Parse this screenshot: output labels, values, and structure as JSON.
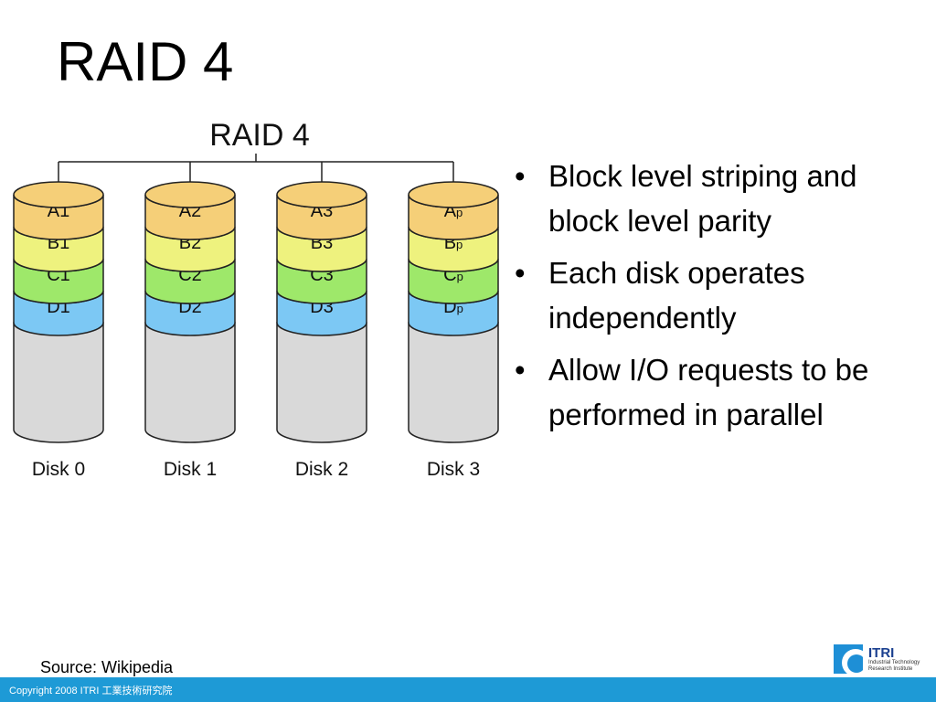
{
  "slide": {
    "title": "RAID 4",
    "source": "Source: Wikipedia",
    "copyright": "Copyright 2008 ITRI 工業技術研究院"
  },
  "diagram": {
    "title": "RAID 4",
    "disks": [
      {
        "label": "Disk 0",
        "blocks": [
          {
            "main": "A1",
            "sub": ""
          },
          {
            "main": "B1",
            "sub": ""
          },
          {
            "main": "C1",
            "sub": ""
          },
          {
            "main": "D1",
            "sub": ""
          }
        ]
      },
      {
        "label": "Disk 1",
        "blocks": [
          {
            "main": "A2",
            "sub": ""
          },
          {
            "main": "B2",
            "sub": ""
          },
          {
            "main": "C2",
            "sub": ""
          },
          {
            "main": "D2",
            "sub": ""
          }
        ]
      },
      {
        "label": "Disk 2",
        "blocks": [
          {
            "main": "A3",
            "sub": ""
          },
          {
            "main": "B3",
            "sub": ""
          },
          {
            "main": "C3",
            "sub": ""
          },
          {
            "main": "D3",
            "sub": ""
          }
        ]
      },
      {
        "label": "Disk 3",
        "blocks": [
          {
            "main": "A",
            "sub": "p"
          },
          {
            "main": "B",
            "sub": "p"
          },
          {
            "main": "C",
            "sub": "p"
          },
          {
            "main": "D",
            "sub": "p"
          }
        ]
      }
    ],
    "colors": {
      "top": "#f5cf78",
      "row_a": "#f5cf78",
      "row_b": "#eef27e",
      "row_c": "#9ee86a",
      "row_d": "#7cc8f4",
      "empty": "#d9d9d9",
      "stroke": "#222222"
    }
  },
  "bullets": [
    "Block level striping and block level parity",
    "Each disk operates independently",
    "Allow I/O requests to be performed in parallel"
  ],
  "logo": {
    "name": "ITRI",
    "subtitle_line1": "Industrial Technology",
    "subtitle_line2": "Research Institute",
    "icon": "itri-logo-icon"
  },
  "footer_color": "#1e9ad6"
}
